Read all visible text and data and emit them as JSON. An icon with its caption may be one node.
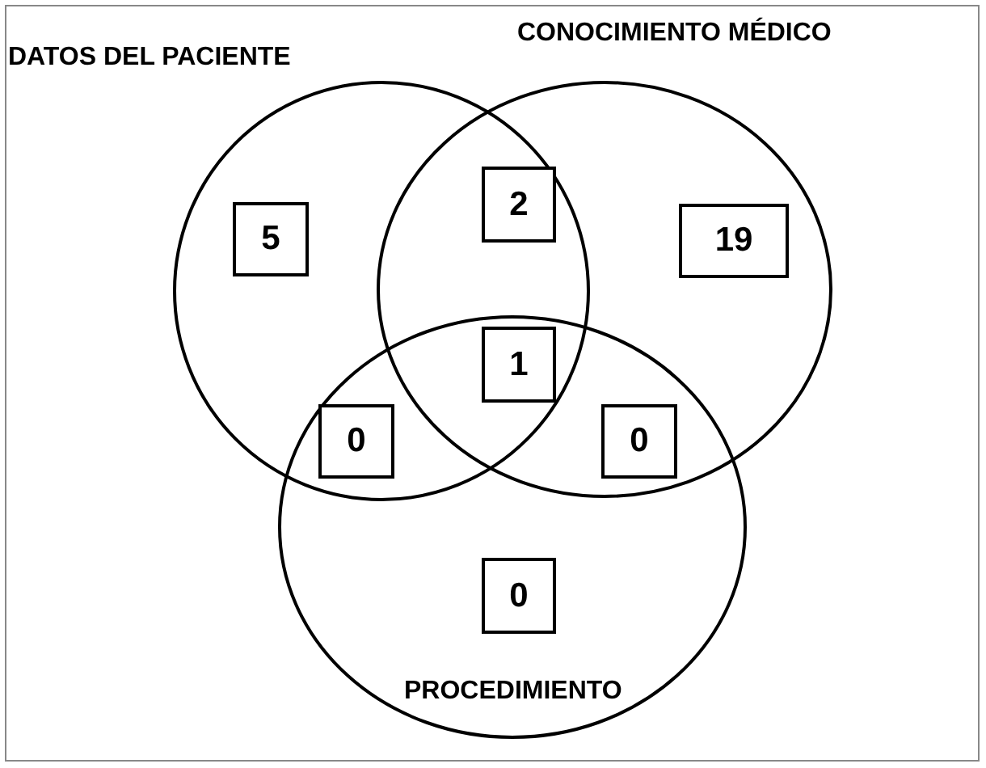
{
  "diagram": {
    "nodes": [
      {
        "text": [
          "DATOS DEL PACIENTE"
        ]
      },
      {
        "text": [
          "CONOCIMIENTO MÉDICO"
        ]
      },
      {
        "text": [
          "PROCEDIMIENTO"
        ]
      },
      {
        "text": [
          "5"
        ],
        "in": 0
      },
      {
        "text": [
          "2"
        ]
      },
      {
        "text": [
          "19"
        ],
        "in": 1
      },
      {
        "text": [
          "1"
        ]
      },
      {
        "text": [
          "0"
        ]
      },
      {
        "text": [
          "0"
        ]
      },
      {
        "text": [
          "0"
        ],
        "in": 2
      }
    ]
  }
}
